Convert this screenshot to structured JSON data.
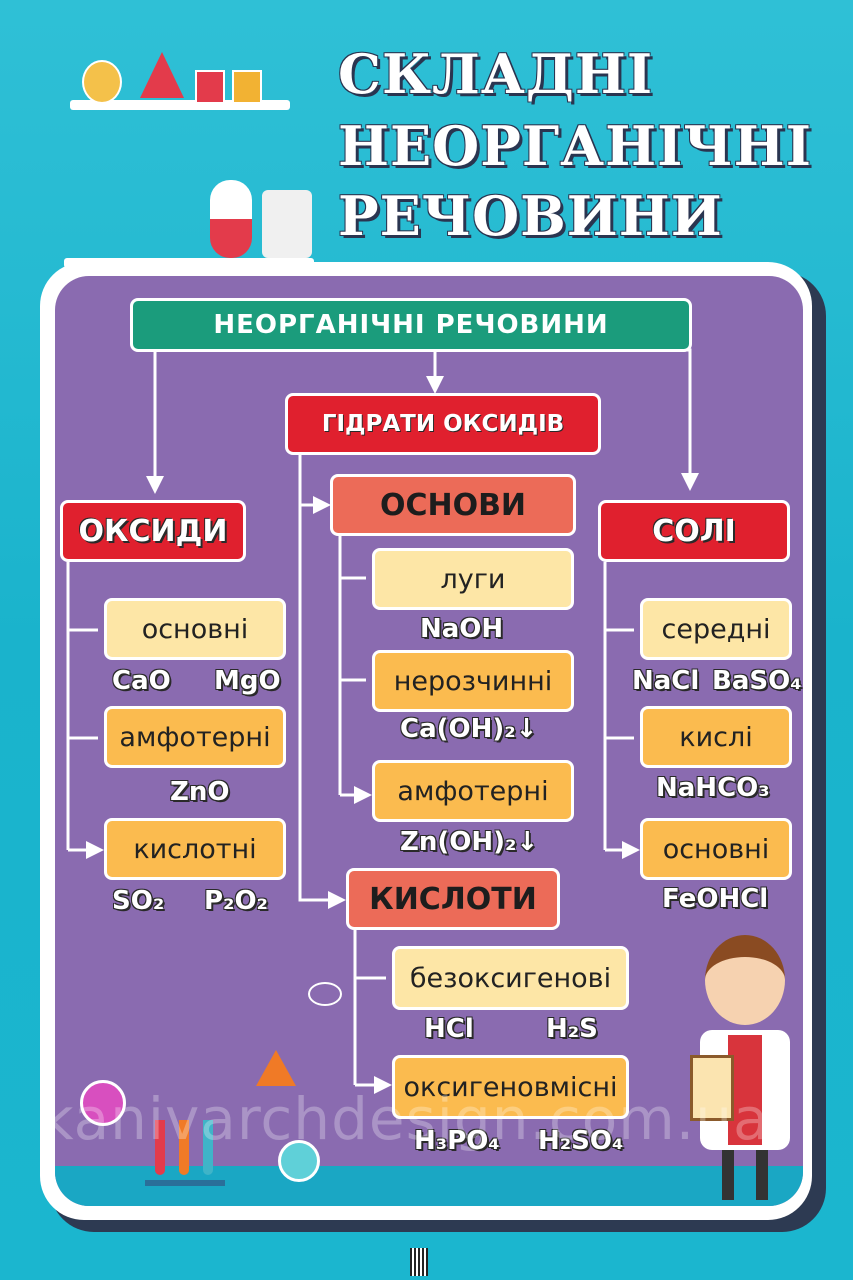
{
  "title": {
    "line1": "СКЛАДНІ",
    "line2": "НЕОРГАНІЧНІ",
    "line3": "РЕЧОВИНИ"
  },
  "diagram": {
    "root": "НЕОРГАНІЧНІ РЕЧОВИНИ",
    "hydrates": "ГІДРАТИ ОКСИДІВ",
    "oxides": {
      "label": "ОКСИДИ",
      "items": [
        {
          "label": "основні",
          "formulas": [
            "CaO",
            "MgO"
          ]
        },
        {
          "label": "амфотерні",
          "formulas": [
            "ZnO"
          ]
        },
        {
          "label": "кислотні",
          "formulas": [
            "SO₂",
            "P₂O₂"
          ]
        }
      ]
    },
    "bases": {
      "label": "ОСНОВИ",
      "items": [
        {
          "label": "луги",
          "formulas": [
            "NaOH"
          ]
        },
        {
          "label": "нерозчинні",
          "formulas": [
            "Ca(OH)₂↓"
          ]
        },
        {
          "label": "амфотерні",
          "formulas": [
            "Zn(OH)₂↓"
          ]
        }
      ]
    },
    "acids": {
      "label": "КИСЛОТИ",
      "items": [
        {
          "label": "безоксигенові",
          "formulas": [
            "HCl",
            "H₂S"
          ]
        },
        {
          "label": "оксигеновмісні",
          "formulas": [
            "H₃PO₄",
            "H₂SO₄"
          ]
        }
      ]
    },
    "salts": {
      "label": "СОЛІ",
      "items": [
        {
          "label": "середні",
          "formulas": [
            "NaCl",
            "BaSO₄"
          ]
        },
        {
          "label": "кислі",
          "formulas": [
            "NaHCO₃"
          ]
        },
        {
          "label": "основні",
          "formulas": [
            "FeOHCl"
          ]
        }
      ]
    }
  },
  "watermark": "kanivarchdesign.com.ua",
  "colors": {
    "background": "#1bb6cf",
    "panel": "#8a6bb0",
    "root": "#1b9c7c",
    "category": "#e0202e",
    "subcategory": "#ec6b58",
    "type_light": "#fde6a6",
    "type_orange": "#fbbb4f"
  }
}
